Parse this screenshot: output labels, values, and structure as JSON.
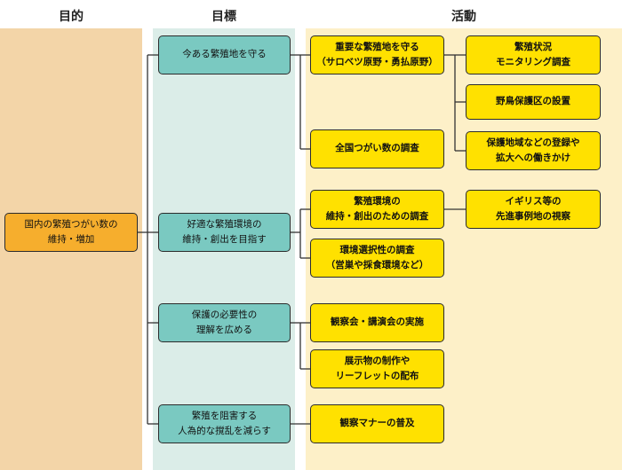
{
  "headers": {
    "purpose": "目的",
    "goals": "目標",
    "activities": "活動"
  },
  "colors": {
    "purpose_bg": "#f3d5a8",
    "goals_bg": "#dbede8",
    "activities_bg": "#fdf0c8",
    "purpose_box": "#f6ae2d",
    "goal_box": "#7ac9c1",
    "activity_box": "#ffe100"
  },
  "purpose": {
    "text": "国内の繁殖つがい数の\n維持・増加"
  },
  "goals": [
    {
      "text": "今ある繁殖地を守る"
    },
    {
      "text": "好適な繁殖環境の\n維持・創出を目指す"
    },
    {
      "text": "保護の必要性の\n理解を広める"
    },
    {
      "text": "繁殖を阻害する\n人為的な撹乱を減らす"
    }
  ],
  "activities": [
    {
      "text": "重要な繁殖地を守る\n（サロベツ原野・勇払原野）"
    },
    {
      "text": "全国つがい数の調査"
    },
    {
      "text": "繁殖環境の\n維持・創出のための調査"
    },
    {
      "text": "環境選択性の調査\n（営巣や採食環境など）"
    },
    {
      "text": "観察会・講演会の実施"
    },
    {
      "text": "展示物の制作や\nリーフレットの配布"
    },
    {
      "text": "観察マナーの普及"
    }
  ],
  "subactivities": [
    {
      "text": "繁殖状況\nモニタリング調査"
    },
    {
      "text": "野鳥保護区の設置"
    },
    {
      "text": "保護地域などの登録や\n拡大への働きかけ"
    },
    {
      "text": "イギリス等の\n先進事例地の視察"
    }
  ]
}
